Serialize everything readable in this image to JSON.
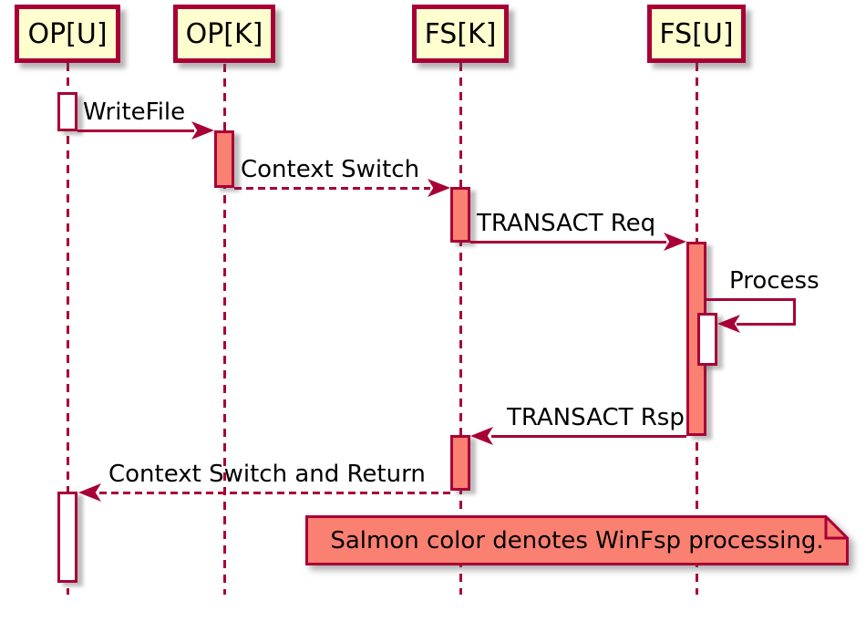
{
  "diagram": {
    "type": "sequence-diagram",
    "participants": [
      {
        "id": "op-u",
        "label": "OP[U]"
      },
      {
        "id": "op-k",
        "label": "OP[K]"
      },
      {
        "id": "fs-k",
        "label": "FS[K]"
      },
      {
        "id": "fs-u",
        "label": "FS[U]"
      }
    ],
    "messages": [
      {
        "label": "WriteFile",
        "from": "OP[U]",
        "to": "OP[K]",
        "style": "solid"
      },
      {
        "label": "Context Switch",
        "from": "OP[K]",
        "to": "FS[K]",
        "style": "dashed"
      },
      {
        "label": "TRANSACT Req",
        "from": "FS[K]",
        "to": "FS[U]",
        "style": "solid"
      },
      {
        "label": "Process",
        "from": "FS[U]",
        "to": "FS[U]",
        "style": "self"
      },
      {
        "label": "TRANSACT Rsp",
        "from": "FS[U]",
        "to": "FS[K]",
        "style": "solid"
      },
      {
        "label": "Context Switch and Return",
        "from": "FS[K]",
        "to": "OP[U]",
        "style": "dashed"
      }
    ],
    "note": {
      "text": "Salmon color denotes WinFsp processing."
    },
    "colors": {
      "line": "#A80036",
      "participant_fill": "#FEFECE",
      "salmon": "#FA8072",
      "white_bar": "#FFFFFF",
      "background": "#FFFFFF",
      "text": "#000000"
    }
  }
}
